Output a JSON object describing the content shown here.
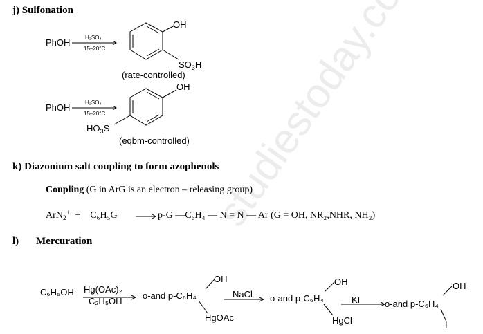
{
  "watermark": "studiestoday.com",
  "sections": {
    "j": {
      "heading": "j)  Sulfonation",
      "reactant": "PhOH",
      "reagent": "H₂SO₄",
      "condition": "15–20°C",
      "product1": {
        "oh": "OH",
        "substituent": "SO",
        "sub_index": "3",
        "substituent_tail": "H",
        "note": "(rate-controlled)"
      },
      "product2": {
        "oh": "OH",
        "substituent": "HO",
        "sub_index": "3",
        "substituent_tail": "S",
        "note": "(eqbm-controlled)"
      }
    },
    "k": {
      "heading": "k)  Diazonium salt coupling to form azophenols",
      "coupling_bold": "Coupling",
      "coupling_rest": " (G in ArG is an electron – releasing  group)",
      "equation": {
        "reactant1": "ArN",
        "r1_sub": "2",
        "r1_sup": "+",
        "plus": "  +    ",
        "reactant2": "C₆H₅G",
        "product": "p-G —C₆H₄ — N = N — Ar (G = OH, NR₂,NHR, NH₂)"
      }
    },
    "l": {
      "heading_label": "l)",
      "heading": "Mercuration",
      "start": "C₆H₅OH",
      "reagent1_top": "Hg(OAc)₂",
      "reagent1_bottom": "C₂H₅OH",
      "intermediate1": "o-and p-C₆H₄",
      "intermediate1_oh": "OH",
      "intermediate1_sub": "HgOAc",
      "reagent2": "NaCl",
      "intermediate2": "o-and p-C₆H₄",
      "intermediate2_oh": "OH",
      "intermediate2_sub": "HgCl",
      "reagent3": "KI",
      "product": "o-and p-C₆H₄",
      "product_oh": "OH",
      "product_sub": "I"
    }
  }
}
